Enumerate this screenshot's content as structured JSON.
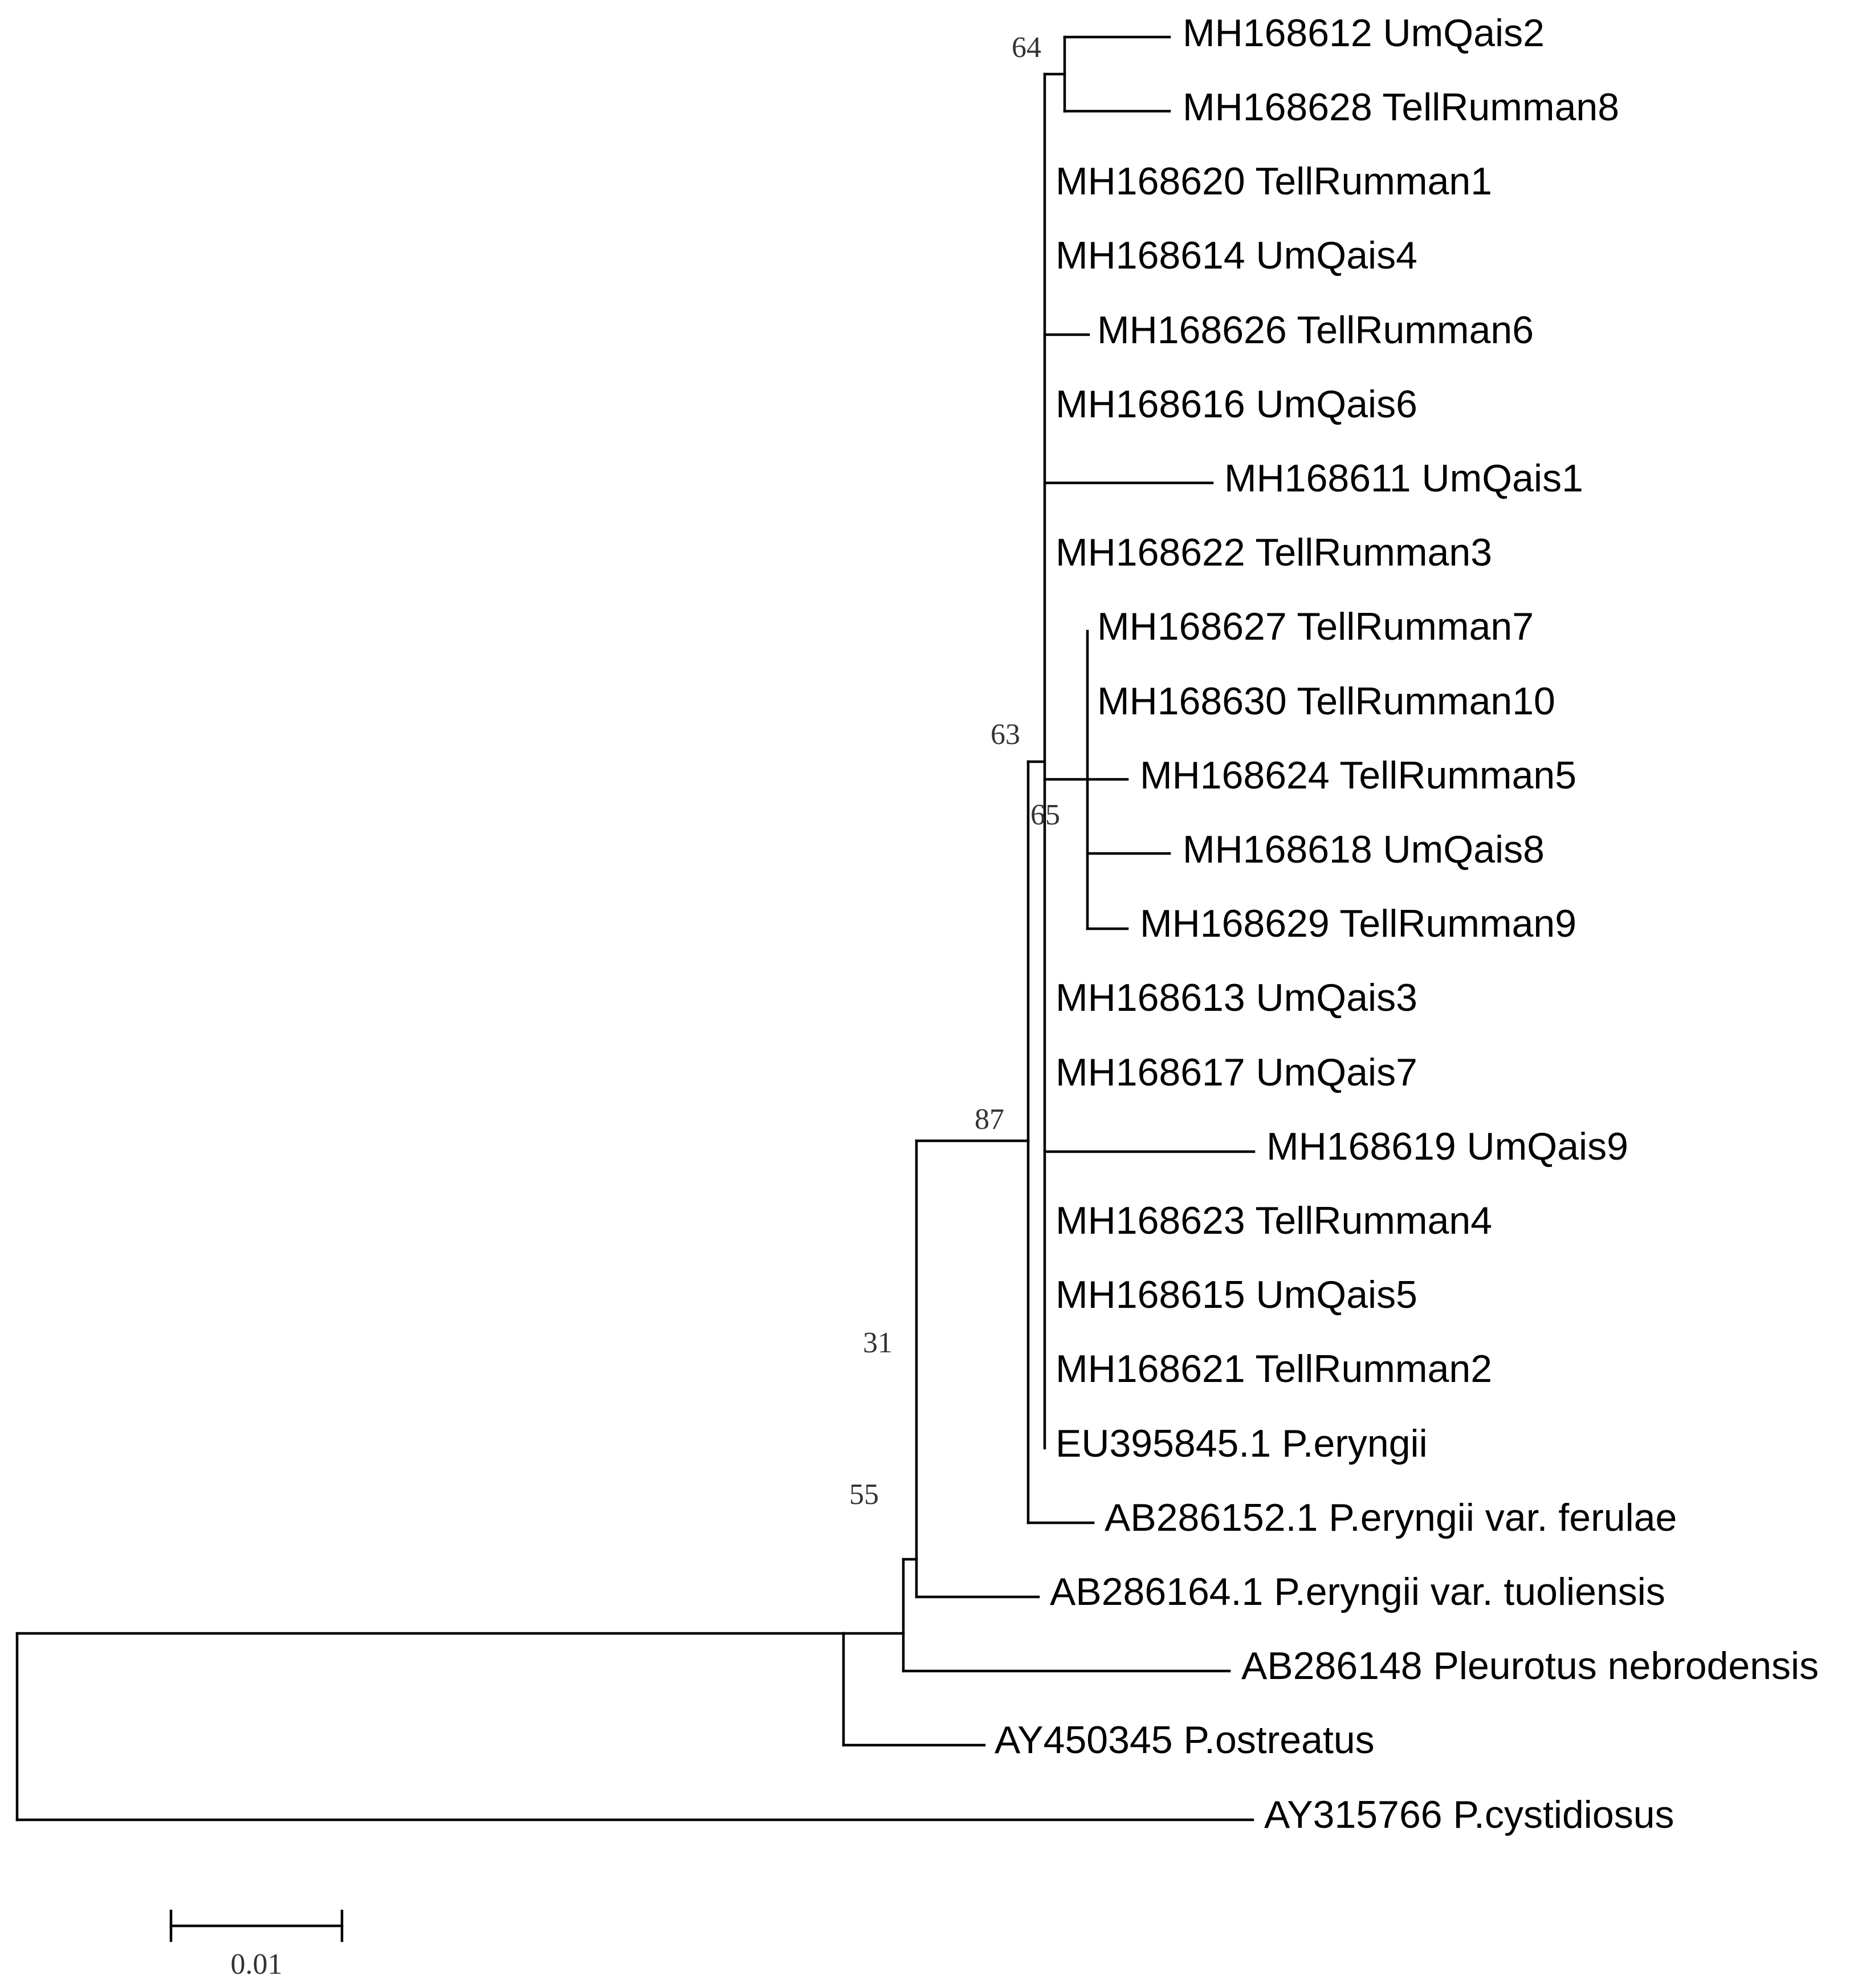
{
  "tree": {
    "leaves": [
      "MH168612 UmQais2",
      "MH168628 TellRumman8",
      "MH168620 TellRumman1",
      "MH168614 UmQais4",
      "MH168626 TellRumman6",
      "MH168616 UmQais6",
      "MH168611 UmQais1",
      "MH168622 TellRumman3",
      "MH168627 TellRumman7",
      "MH168630 TellRumman10",
      "MH168624 TellRumman5",
      "MH168618 UmQais8",
      "MH168629 TellRumman9",
      "MH168613 UmQais3",
      "MH168617 UmQais7",
      "MH168619 UmQais9",
      "MH168623 TellRumman4",
      "MH168615 UmQais5",
      "MH168621 TellRumman2",
      "EU395845.1 P.eryngii",
      "AB286152.1 P.eryngii var. ferulae",
      "AB286164.1 P.eryngii var. tuoliensis",
      "AB286148 Pleurotus nebrodensis",
      "AY450345 P.ostreatus",
      "AY315766 P.cystidiosus"
    ],
    "support_values": [
      "64",
      "63",
      "65",
      "87",
      "31",
      "55"
    ],
    "scale_bar": {
      "label": "0.01",
      "value": 0.01
    }
  }
}
